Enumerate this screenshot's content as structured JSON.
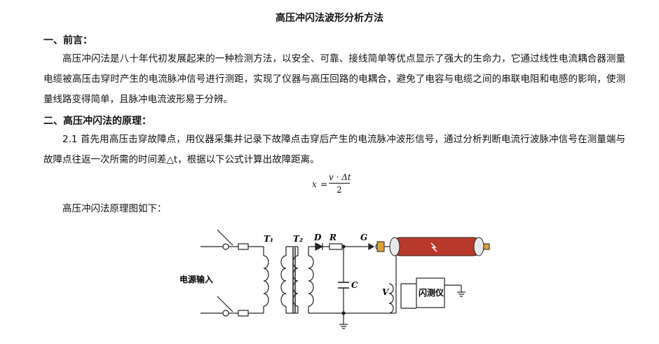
{
  "doc": {
    "title": "高压冲闪法波形分析方法",
    "section1_heading": "一、前言：",
    "section1_para": "高压冲闪法是八十年代初发展起来的一种检测方法，以安全、可靠、接线简单等优点显示了强大的生命力，它通过线性电流耦合器测量电缆被高压击穿时产生的电流脉冲信号进行测距，实现了仪器与高压回路的电耦合，避免了电容与电缆之间的串联电阻和电感的影响，使测量线路变得简单，且脉冲电流波形易于分辨。",
    "section2_heading": "二、高压冲闪法的原理：",
    "section2_para": "2.1 首先用高压击穿故障点，用仪器采集并记录下故障点击穿后产生的电流脉冲波形信号，通过分析判断电流行波脉冲信号在测量端与故障点往返一次所需的时间差△t，根据以下公式计算出故障距离。",
    "formula": {
      "lhs": "x",
      "eq": "=",
      "numerator": "v · Δt",
      "denominator": "2"
    },
    "diagram_intro": "高压冲闪法原理图如下："
  },
  "diagram": {
    "power_input_label": "电源输入",
    "t1": "T₁",
    "t2": "T₂",
    "d": "D",
    "r": "R",
    "g": "G",
    "c": "C",
    "v": "V",
    "instrument_label": "闪测仪",
    "cable_color": "#b8392b"
  }
}
